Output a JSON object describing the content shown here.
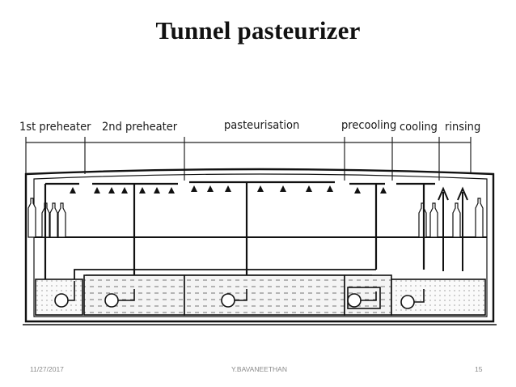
{
  "slide": {
    "title": "Tunnel pasteurizer"
  },
  "diagram": {
    "zones": [
      {
        "id": "zone-1st-preheater",
        "label": "1st preheater"
      },
      {
        "id": "zone-2nd-preheater",
        "label": "2nd preheater"
      },
      {
        "id": "zone-pasteurisation",
        "label": "pasteurisation"
      },
      {
        "id": "zone-precooling",
        "label": "precooling"
      },
      {
        "id": "zone-cooling",
        "label": "cooling"
      },
      {
        "id": "zone-rinsing",
        "label": "rinsing"
      }
    ]
  },
  "footer": {
    "date": "11/27/2017",
    "author": "Y.BAVANEETHAN",
    "page_number": "15"
  }
}
